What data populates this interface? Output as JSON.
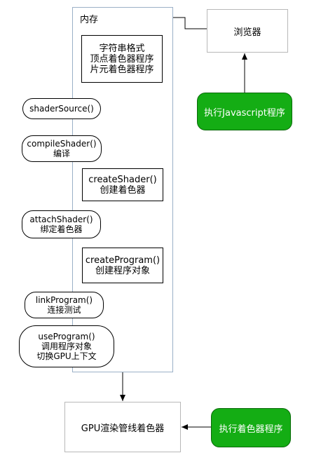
{
  "memory": {
    "title": "内存"
  },
  "browser": {
    "label": "浏览器"
  },
  "run_js": {
    "label": "执行Javascript程序"
  },
  "string_box": {
    "lines": [
      "字符串格式",
      "顶点着色器程序",
      "片元着色器程序"
    ]
  },
  "shader_source": {
    "label": "shaderSource()"
  },
  "compile_shader": {
    "lines": [
      "compileShader()",
      "编译"
    ]
  },
  "create_shader": {
    "lines": [
      "createShader()",
      "创建着色器"
    ]
  },
  "attach_shader": {
    "lines": [
      "attachShader()",
      "绑定着色器"
    ]
  },
  "create_program": {
    "lines": [
      "createProgram()",
      "创建程序对象"
    ]
  },
  "link_program": {
    "lines": [
      "linkProgram()",
      "连接测试"
    ]
  },
  "use_program": {
    "lines": [
      "useProgram()",
      "调用程序对象",
      "切换GPU上下文"
    ]
  },
  "gpu": {
    "label": "GPU渲染管线着色器"
  },
  "run_shader": {
    "label": "执行着色器程序"
  }
}
